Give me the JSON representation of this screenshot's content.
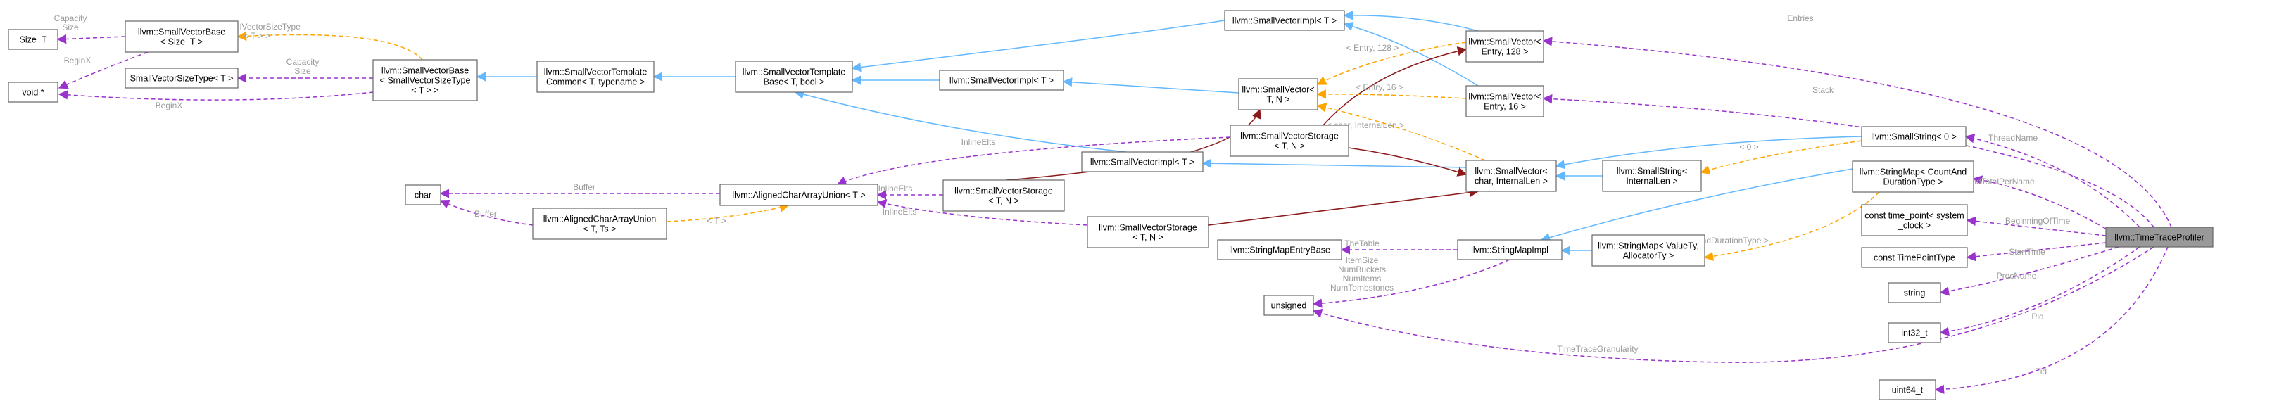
{
  "colors": {
    "inheritance": "#63b8ff",
    "member": "#9a32cd",
    "template": "#ffa500",
    "protected": "#8b1a1a",
    "focus_fill": "#999999",
    "label": "#9a9a9a"
  },
  "nodes": {
    "size_t": [
      "Size_T"
    ],
    "void_ptr": [
      "void *"
    ],
    "char": [
      "char"
    ],
    "svbase_size": [
      "llvm::SmallVectorBase",
      "< Size_T >"
    ],
    "svsizetype": [
      "SmallVectorSizeType< T >"
    ],
    "svbase_sizetype": [
      "llvm::SmallVectorBase",
      "< SmallVectorSizeType",
      "< T > >"
    ],
    "svtemplate_common": [
      "llvm::SmallVectorTemplate",
      "Common< T, typename >"
    ],
    "svtemplate_base": [
      "llvm::SmallVectorTemplate",
      "Base< T, bool >"
    ],
    "aligned_union_t": [
      "llvm::AlignedCharArrayUnion< T >"
    ],
    "aligned_union_ts": [
      "llvm::AlignedCharArrayUnion",
      "< T, Ts >"
    ],
    "svimpl_top": [
      "llvm::SmallVectorImpl< T >"
    ],
    "svimpl_mid": [
      "llvm::SmallVectorImpl< T >"
    ],
    "svimpl_low": [
      "llvm::SmallVectorImpl< T >"
    ],
    "svstorage_a": [
      "llvm::SmallVectorStorage",
      "< T, N >"
    ],
    "svstorage_b": [
      "llvm::SmallVectorStorage",
      "< T, N >"
    ],
    "svstorage_c": [
      "llvm::SmallVectorStorage",
      "< T, N >"
    ],
    "smallvector_tn": [
      "llvm::SmallVector<",
      "T, N >"
    ],
    "sv_entry128": [
      "llvm::SmallVector<",
      "Entry, 128 >"
    ],
    "sv_entry16": [
      "llvm::SmallVector<",
      "Entry, 16 >"
    ],
    "sv_char": [
      "llvm::SmallVector<",
      "char, InternalLen >"
    ],
    "smallstring_len": [
      "llvm::SmallString<",
      "InternalLen >"
    ],
    "smallstring_0": [
      "llvm::SmallString< 0 >"
    ],
    "stringmap_entrybase": [
      "llvm::StringMapEntryBase"
    ],
    "stringmap_impl": [
      "llvm::StringMapImpl"
    ],
    "stringmap_value": [
      "llvm::StringMap< ValueTy,",
      "AllocatorTy >"
    ],
    "stringmap_count": [
      "llvm::StringMap< CountAnd",
      "DurationType >"
    ],
    "time_point": [
      "const time_point< system",
      "_clock >"
    ],
    "const_tp": [
      "const TimePointType"
    ],
    "string": [
      "string"
    ],
    "int32": [
      "int32_t"
    ],
    "unsigned": [
      "unsigned"
    ],
    "uint64": [
      "uint64_t"
    ],
    "profiler": [
      "llvm::TimeTraceProfiler"
    ]
  },
  "edge_labels": {
    "capacity_size": [
      "Capacity",
      "Size"
    ],
    "beginx_a": [
      "BeginX"
    ],
    "beginx_b": [
      "BeginX"
    ],
    "capacity_size2": [
      "Capacity",
      "Size"
    ],
    "svsizetype_tmpl": [
      "< SmallVectorSizeType",
      "< T > >"
    ],
    "buffer_a": [
      "Buffer"
    ],
    "buffer_b": [
      "Buffer"
    ],
    "t_tmpl": [
      "< T >"
    ],
    "inline_elts_a": [
      "InlineElts"
    ],
    "inline_elts_b": [
      "InlineElts"
    ],
    "inline_elts_c": [
      "InlineElts"
    ],
    "entry128_tmpl": [
      "< Entry, 128 >"
    ],
    "entry16_tmpl": [
      "< Entry, 16 >"
    ],
    "char_tmpl": [
      "< char, InternalLen >"
    ],
    "zero_tmpl": [
      "< 0 >"
    ],
    "count_tmpl": [
      "< CountAndDurationType >"
    ],
    "the_table": [
      "TheTable"
    ],
    "stringmap_members": [
      "ItemSize",
      "NumBuckets",
      "NumItems",
      "NumTombstones"
    ],
    "entries": [
      "Entries"
    ],
    "stack": [
      "Stack"
    ],
    "thread_name": [
      "ThreadName"
    ],
    "count_totals": [
      "CountAndTotalPerName"
    ],
    "beginning": [
      "BeginningOfTime"
    ],
    "start_time": [
      "StartTime"
    ],
    "proc_name": [
      "ProcName"
    ],
    "pid": [
      "Pid"
    ],
    "granularity": [
      "TimeTraceGranularity"
    ],
    "tid": [
      "Tid"
    ]
  }
}
